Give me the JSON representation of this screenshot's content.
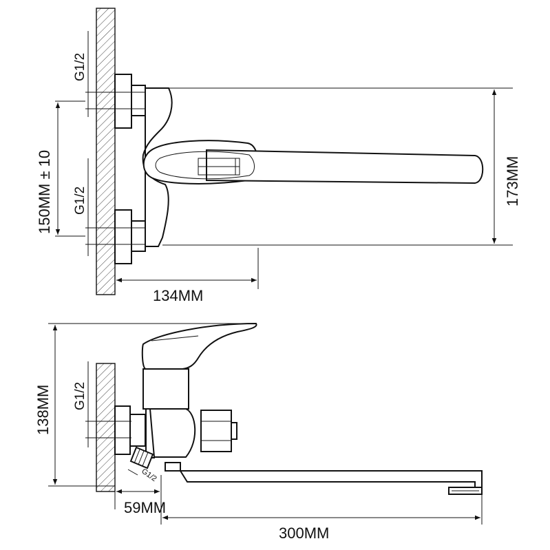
{
  "top_view": {
    "thread_upper": "G1/2",
    "thread_lower": "G1/2",
    "dim_spacing": "150MM ± 10",
    "dim_height": "173MM",
    "dim_depth": "134MM"
  },
  "side_view": {
    "thread_wall": "G1/2",
    "thread_outlet": "G1/2",
    "dim_height": "138MM",
    "dim_offset": "59MM",
    "dim_spout": "300MM"
  }
}
